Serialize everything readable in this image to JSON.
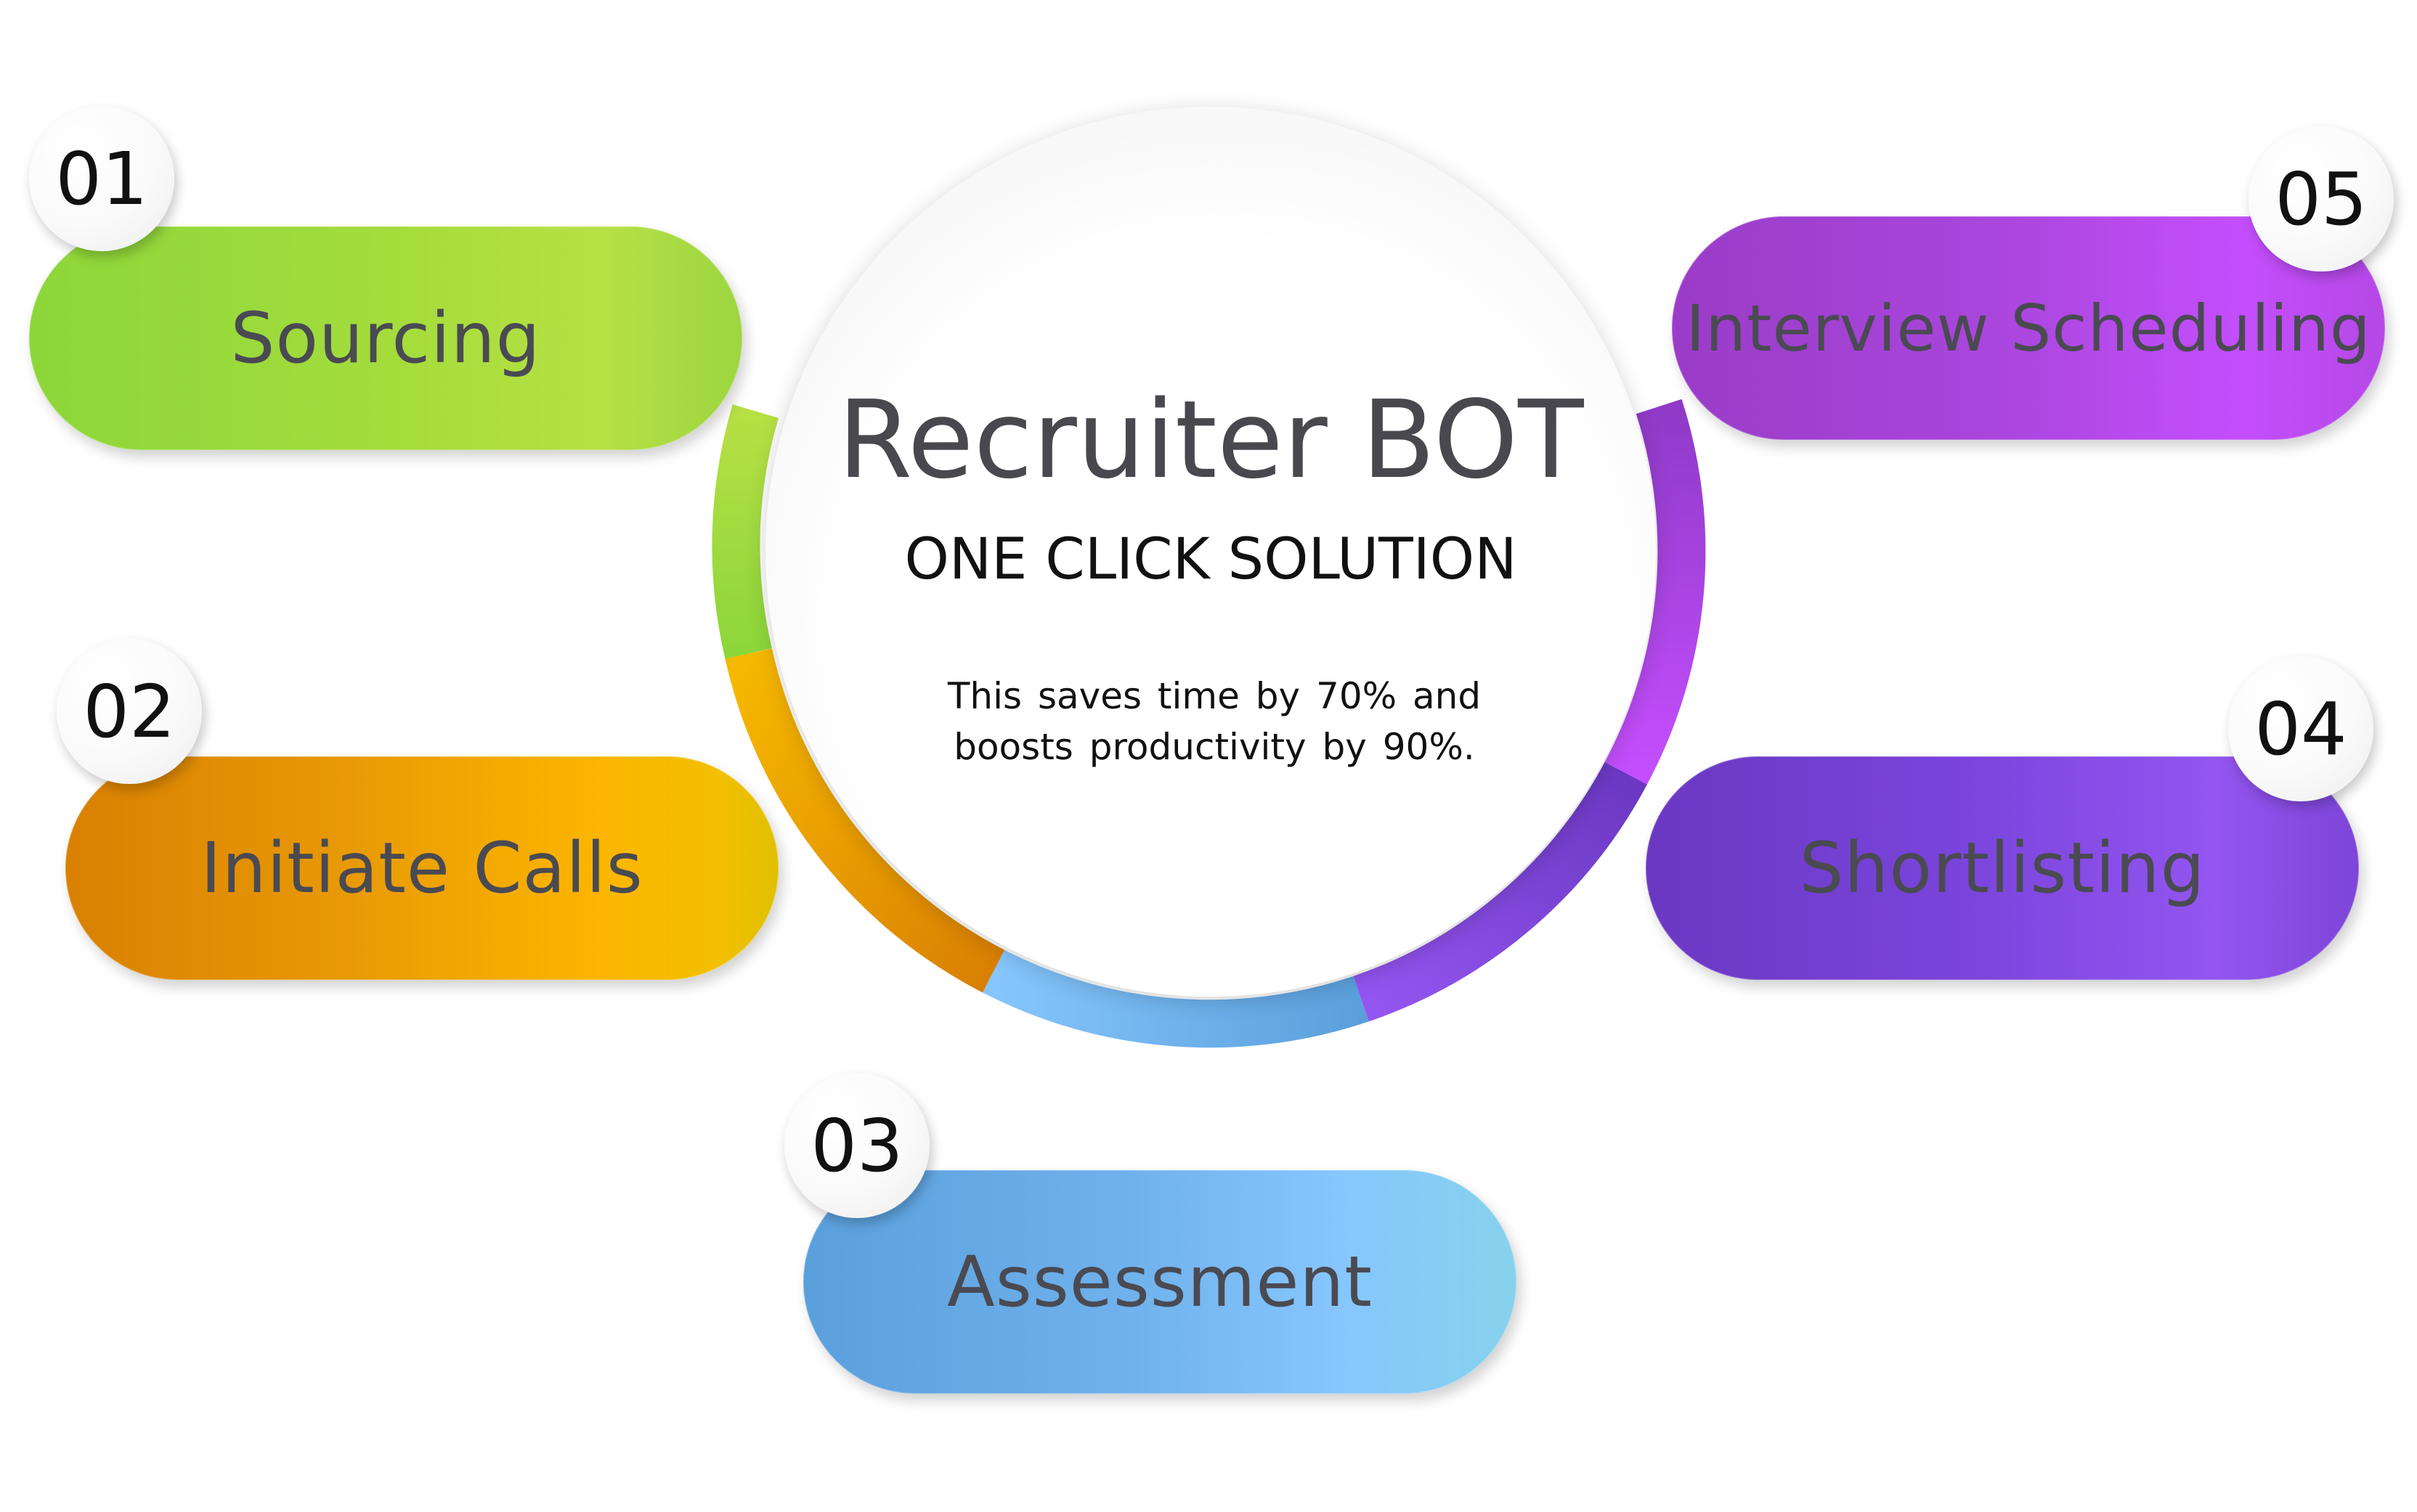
{
  "center": {
    "title": "Recruiter BOT",
    "subtitle": "ONE CLICK SOLUTION",
    "description": "This saves time by 70% and boosts productivity by 90%."
  },
  "steps": [
    {
      "number": "01",
      "label": "Sourcing",
      "color": "#a6dd3c"
    },
    {
      "number": "02",
      "label": "Initiate Calls",
      "color": "#f2b200"
    },
    {
      "number": "03",
      "label": "Assessment",
      "color": "#6fb1ec"
    },
    {
      "number": "04",
      "label": "Shortlisting",
      "color": "#7a45dc"
    },
    {
      "number": "05",
      "label": "Interview Scheduling",
      "color": "#a946dc"
    }
  ]
}
